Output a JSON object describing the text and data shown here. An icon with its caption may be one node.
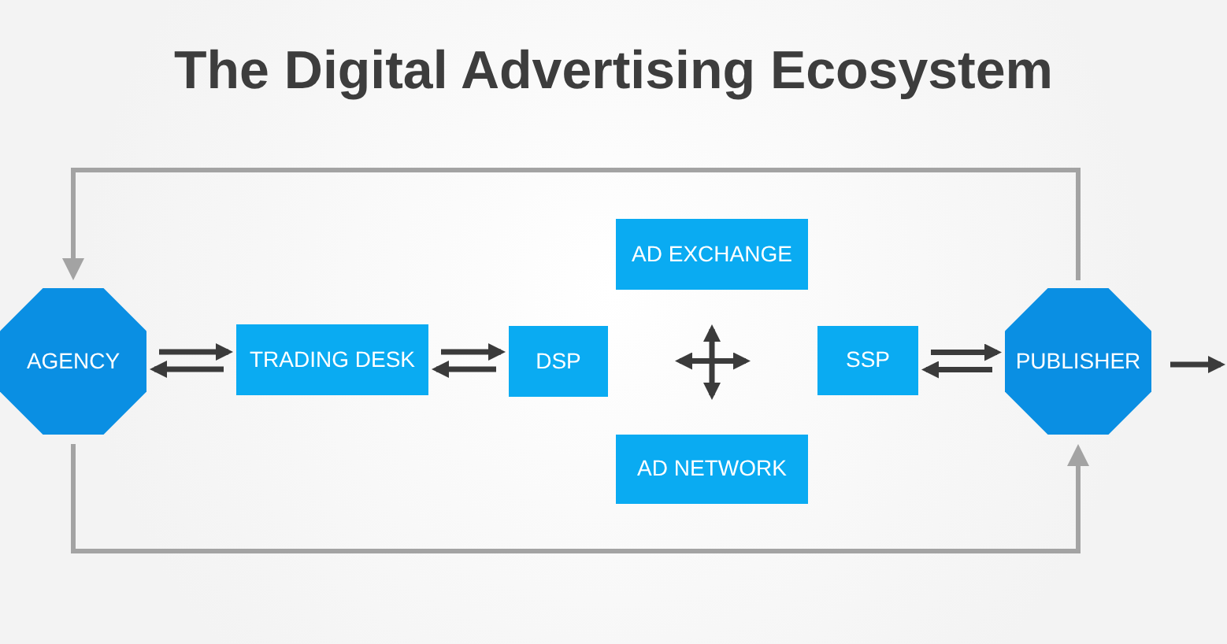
{
  "diagram": {
    "title": "The Digital Advertising Ecosystem",
    "nodes": [
      {
        "text": [
          "AGENCY"
        ]
      },
      {
        "text": [
          "TRADING DESK"
        ]
      },
      {
        "text": [
          "DSP"
        ]
      },
      {
        "text": [
          "AD EXCHANGE"
        ]
      },
      {
        "text": [
          "AD NETWORK"
        ]
      },
      {
        "text": [
          "SSP"
        ]
      },
      {
        "text": [
          "PUBLISHER"
        ]
      }
    ],
    "edges": [
      {
        "from": 0,
        "to": 1,
        "arrow": "to"
      },
      {
        "from": 1,
        "to": 0,
        "arrow": "to"
      },
      {
        "from": 1,
        "to": 2,
        "arrow": "to"
      },
      {
        "from": 2,
        "to": 1,
        "arrow": "to"
      },
      {
        "from": 2,
        "to": 5,
        "arrow": "both"
      },
      {
        "from": 3,
        "to": 4,
        "arrow": "both"
      },
      {
        "from": 5,
        "to": 6,
        "arrow": "to"
      },
      {
        "from": 6,
        "to": 5,
        "arrow": "to"
      },
      {
        "from": 6,
        "to": null,
        "arrow": "to"
      },
      {
        "from": 6,
        "to": 0,
        "arrow": "to",
        "color": "#a3a3a3"
      },
      {
        "from": 0,
        "to": 6,
        "arrow": "to",
        "color": "#a3a3a3"
      }
    ]
  }
}
